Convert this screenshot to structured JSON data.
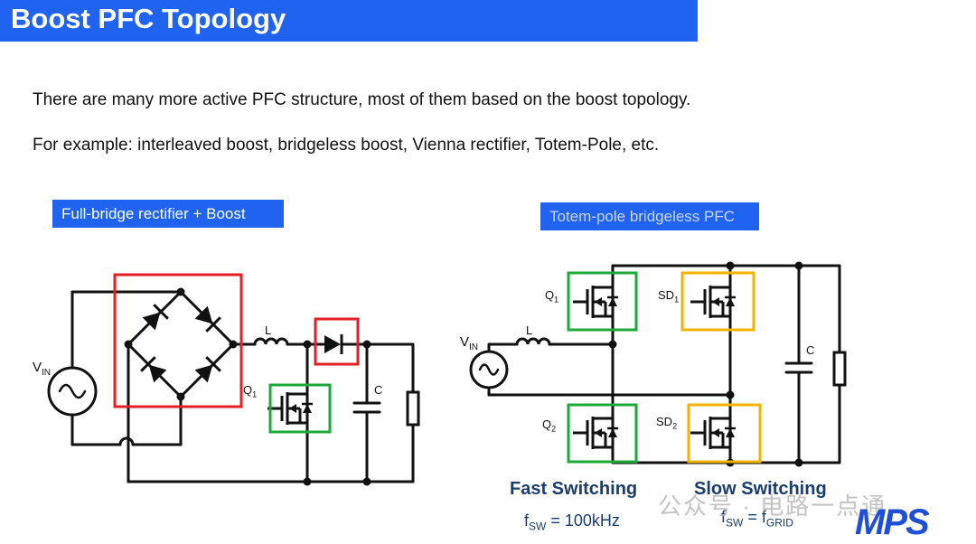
{
  "title": "Boost PFC Topology",
  "paragraph1": "There are many more active PFC structure, most of them based on the boost topology.",
  "paragraph2": "For example: interleaved boost, bridgeless boost, Vienna rectifier, Totem-Pole, etc.",
  "left_diagram": {
    "tag": "Full-bridge rectifier + Boost",
    "labels": {
      "vin": "V",
      "vin_sub": "IN",
      "l": "L",
      "q": "Q",
      "q_sub": "1",
      "c": "C"
    }
  },
  "right_diagram": {
    "tag": "Totem-pole bridgeless PFC",
    "labels": {
      "vin": "V",
      "vin_sub": "IN",
      "l": "L",
      "q1": "Q",
      "q1_sub": "1",
      "q2": "Q",
      "q2_sub": "2",
      "sd1": "SD",
      "sd1_sub": "1",
      "sd2": "SD",
      "sd2_sub": "2",
      "c": "C"
    },
    "fast_label": "Fast Switching",
    "fast_freq": {
      "f": "f",
      "sub": "SW",
      "value": " = 100kHz"
    },
    "slow_label": "Slow Switching",
    "slow_freq": {
      "f": "f",
      "sub": "SW",
      "eq": " = f",
      "sub2": "GRID"
    }
  },
  "watermark": "公众号 · 电路一点通",
  "logo": "MPS",
  "colors": {
    "title_bar": "#1f63f0",
    "red_box": "#e31e24",
    "green_box": "#1ea83a",
    "yellow_box": "#f2b300",
    "text_dark_blue": "#1b3d6e"
  }
}
